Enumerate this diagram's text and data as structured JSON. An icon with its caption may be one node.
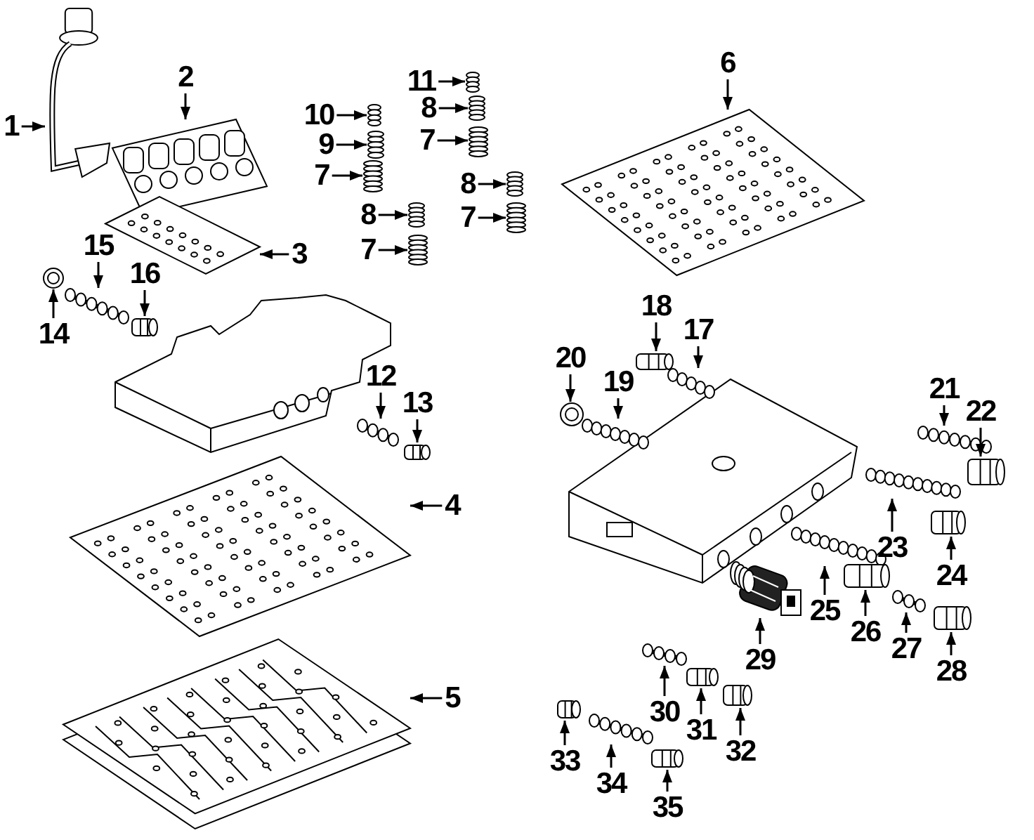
{
  "diagram": {
    "nodes": [
      {
        "text": [
          "1"
        ]
      },
      {
        "text": [],
        "shape": "picture"
      },
      {
        "text": [
          "2"
        ]
      },
      {
        "text": [],
        "shape": "picture"
      },
      {
        "text": [
          "3"
        ]
      },
      {
        "text": [],
        "shape": "picture"
      },
      {
        "text": [
          "4"
        ]
      },
      {
        "text": [],
        "shape": "picture"
      },
      {
        "text": [
          "5"
        ]
      },
      {
        "text": [],
        "shape": "picture"
      },
      {
        "text": [
          "6"
        ]
      },
      {
        "text": [],
        "shape": "picture"
      },
      {
        "text": [
          "11"
        ]
      },
      {
        "text": [],
        "shape": "picture"
      },
      {
        "text": [
          "10"
        ]
      },
      {
        "text": [],
        "shape": "picture"
      },
      {
        "text": [
          "8"
        ]
      },
      {
        "text": [],
        "shape": "picture"
      },
      {
        "text": [
          "9"
        ]
      },
      {
        "text": [],
        "shape": "picture"
      },
      {
        "text": [
          "7"
        ]
      },
      {
        "text": [],
        "shape": "picture"
      },
      {
        "text": [
          "7"
        ]
      },
      {
        "text": [],
        "shape": "picture"
      },
      {
        "text": [
          "8"
        ]
      },
      {
        "text": [],
        "shape": "picture"
      },
      {
        "text": [
          "8"
        ]
      },
      {
        "text": [],
        "shape": "picture"
      },
      {
        "text": [
          "7"
        ]
      },
      {
        "text": [],
        "shape": "picture"
      },
      {
        "text": [
          "7"
        ]
      },
      {
        "text": [],
        "shape": "picture"
      },
      {
        "text": [
          "15"
        ]
      },
      {
        "text": [],
        "shape": "picture"
      },
      {
        "text": [
          "14"
        ]
      },
      {
        "text": [],
        "shape": "picture"
      },
      {
        "text": [
          "16"
        ]
      },
      {
        "text": [],
        "shape": "picture"
      },
      {
        "text": [
          "12"
        ]
      },
      {
        "text": [],
        "shape": "picture"
      },
      {
        "text": [
          "13"
        ]
      },
      {
        "text": [],
        "shape": "picture"
      },
      {
        "text": [
          "18"
        ]
      },
      {
        "text": [],
        "shape": "picture"
      },
      {
        "text": [
          "17"
        ]
      },
      {
        "text": [],
        "shape": "picture"
      },
      {
        "text": [
          "20"
        ]
      },
      {
        "text": [],
        "shape": "picture"
      },
      {
        "text": [
          "19"
        ]
      },
      {
        "text": [],
        "shape": "picture"
      },
      {
        "text": [
          "21"
        ]
      },
      {
        "text": [],
        "shape": "picture"
      },
      {
        "text": [
          "22"
        ]
      },
      {
        "text": [],
        "shape": "picture"
      },
      {
        "text": [
          "23"
        ]
      },
      {
        "text": [],
        "shape": "picture"
      },
      {
        "text": [
          "24"
        ]
      },
      {
        "text": [],
        "shape": "picture"
      },
      {
        "text": [
          "25"
        ]
      },
      {
        "text": [],
        "shape": "picture"
      },
      {
        "text": [
          "26"
        ]
      },
      {
        "text": [],
        "shape": "picture"
      },
      {
        "text": [
          "27"
        ]
      },
      {
        "text": [],
        "shape": "picture"
      },
      {
        "text": [
          "28"
        ]
      },
      {
        "text": [],
        "shape": "picture"
      },
      {
        "text": [
          "29"
        ]
      },
      {
        "text": [],
        "shape": "picture"
      },
      {
        "text": [
          "30"
        ]
      },
      {
        "text": [],
        "shape": "picture"
      },
      {
        "text": [
          "31"
        ]
      },
      {
        "text": [],
        "shape": "picture"
      },
      {
        "text": [
          "32"
        ]
      },
      {
        "text": [],
        "shape": "picture"
      },
      {
        "text": [
          "33"
        ]
      },
      {
        "text": [],
        "shape": "picture"
      },
      {
        "text": [
          "34"
        ]
      },
      {
        "text": [],
        "shape": "picture"
      },
      {
        "text": [
          "35"
        ]
      },
      {
        "text": [],
        "shape": "picture"
      }
    ],
    "edges": [
      {
        "from": 0,
        "to": 1,
        "arrow": "to"
      },
      {
        "from": 2,
        "to": 3,
        "arrow": "to"
      },
      {
        "from": 4,
        "to": 5,
        "arrow": "to"
      },
      {
        "from": 6,
        "to": 7,
        "arrow": "to"
      },
      {
        "from": 8,
        "to": 9,
        "arrow": "to"
      },
      {
        "from": 10,
        "to": 11,
        "arrow": "to"
      },
      {
        "from": 12,
        "to": 13,
        "arrow": "to"
      },
      {
        "from": 14,
        "to": 15,
        "arrow": "to"
      },
      {
        "from": 16,
        "to": 17,
        "arrow": "to"
      },
      {
        "from": 18,
        "to": 19,
        "arrow": "to"
      },
      {
        "from": 20,
        "to": 21,
        "arrow": "to"
      },
      {
        "from": 22,
        "to": 23,
        "arrow": "to"
      },
      {
        "from": 24,
        "to": 25,
        "arrow": "to"
      },
      {
        "from": 26,
        "to": 27,
        "arrow": "to"
      },
      {
        "from": 28,
        "to": 29,
        "arrow": "to"
      },
      {
        "from": 30,
        "to": 31,
        "arrow": "to"
      },
      {
        "from": 32,
        "to": 33,
        "arrow": "to"
      },
      {
        "from": 34,
        "to": 35,
        "arrow": "to"
      },
      {
        "from": 36,
        "to": 37,
        "arrow": "to"
      },
      {
        "from": 38,
        "to": 39,
        "arrow": "to"
      },
      {
        "from": 40,
        "to": 41,
        "arrow": "to"
      },
      {
        "from": 42,
        "to": 43,
        "arrow": "to"
      },
      {
        "from": 44,
        "to": 45,
        "arrow": "to"
      },
      {
        "from": 46,
        "to": 47,
        "arrow": "to"
      },
      {
        "from": 48,
        "to": 49,
        "arrow": "to"
      },
      {
        "from": 50,
        "to": 51,
        "arrow": "to"
      },
      {
        "from": 52,
        "to": 53,
        "arrow": "to"
      },
      {
        "from": 54,
        "to": 55,
        "arrow": "to"
      },
      {
        "from": 56,
        "to": 57,
        "arrow": "to"
      },
      {
        "from": 58,
        "to": 59,
        "arrow": "to"
      },
      {
        "from": 60,
        "to": 61,
        "arrow": "to"
      },
      {
        "from": 62,
        "to": 63,
        "arrow": "to"
      },
      {
        "from": 64,
        "to": 65,
        "arrow": "to"
      },
      {
        "from": 66,
        "to": 67,
        "arrow": "to"
      },
      {
        "from": 68,
        "to": 69,
        "arrow": "to"
      },
      {
        "from": 70,
        "to": 71,
        "arrow": "to"
      },
      {
        "from": 72,
        "to": 73,
        "arrow": "to"
      },
      {
        "from": 74,
        "to": 75,
        "arrow": "to"
      },
      {
        "from": 76,
        "to": 77,
        "arrow": "to"
      },
      {
        "from": 78,
        "to": 79,
        "arrow": "to"
      }
    ]
  }
}
